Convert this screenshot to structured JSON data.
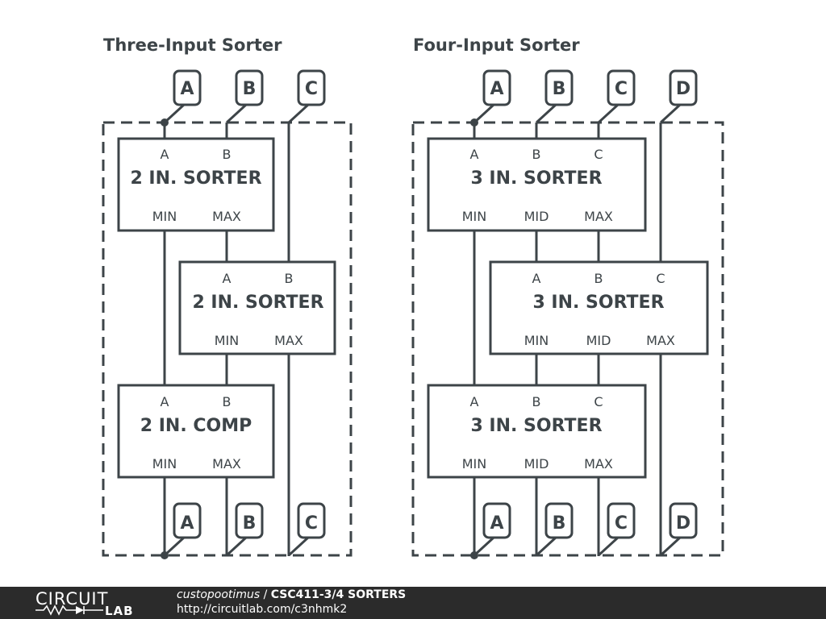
{
  "left_diagram": {
    "title": "Three-Input Sorter",
    "inputs": [
      "A",
      "B",
      "C"
    ],
    "outputs": [
      "A",
      "B",
      "C"
    ],
    "block1": {
      "name": "2 IN. SORTER",
      "in": [
        "A",
        "B"
      ],
      "out": [
        "MIN",
        "MAX"
      ]
    },
    "block2": {
      "name": "2 IN. SORTER",
      "in": [
        "A",
        "B"
      ],
      "out": [
        "MIN",
        "MAX"
      ]
    },
    "block3": {
      "name": "2 IN. COMP",
      "in": [
        "A",
        "B"
      ],
      "out": [
        "MIN",
        "MAX"
      ]
    }
  },
  "right_diagram": {
    "title": "Four-Input Sorter",
    "inputs": [
      "A",
      "B",
      "C",
      "D"
    ],
    "outputs": [
      "A",
      "B",
      "C",
      "D"
    ],
    "block1": {
      "name": "3 IN. SORTER",
      "in": [
        "A",
        "B",
        "C"
      ],
      "out": [
        "MIN",
        "MID",
        "MAX"
      ]
    },
    "block2": {
      "name": "3 IN. SORTER",
      "in": [
        "A",
        "B",
        "C"
      ],
      "out": [
        "MIN",
        "MID",
        "MAX"
      ]
    },
    "block3": {
      "name": "3 IN. SORTER",
      "in": [
        "A",
        "B",
        "C"
      ],
      "out": [
        "MIN",
        "MID",
        "MAX"
      ]
    }
  },
  "footer": {
    "logo_top": "CIRCUIT",
    "logo_bottom": "LAB",
    "author": "custopootimus",
    "separator": " / ",
    "title": "CSC411-3/4 SORTERS",
    "url": "http://circuitlab.com/c3nhmk2"
  },
  "colors": {
    "ink": "#3d4448",
    "footer_bg": "#2b2b2b",
    "footer_text": "#ffffff"
  }
}
